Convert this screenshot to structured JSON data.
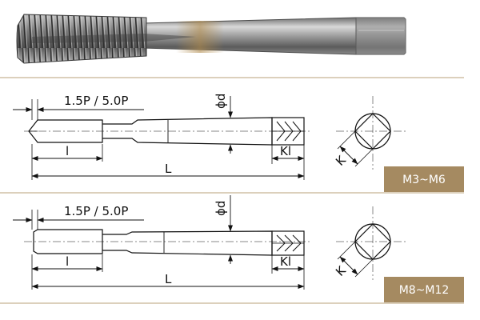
{
  "top_view": {
    "pitch_label": "1.5P / 5.0P",
    "diameter_label": "ϕd",
    "thread_length_label": "l",
    "square_length_label": "Kl",
    "overall_length_label": "L",
    "square_size_label": "K",
    "size_range": "M3~M6"
  },
  "bottom_view": {
    "pitch_label": "1.5P / 5.0P",
    "diameter_label": "ϕd",
    "thread_length_label": "l",
    "square_length_label": "Kl",
    "overall_length_label": "L",
    "square_size_label": "K",
    "size_range": "M8~M12"
  },
  "colors": {
    "badge": "#a58a61",
    "divider": "#b9a07a",
    "line": "#111111"
  }
}
